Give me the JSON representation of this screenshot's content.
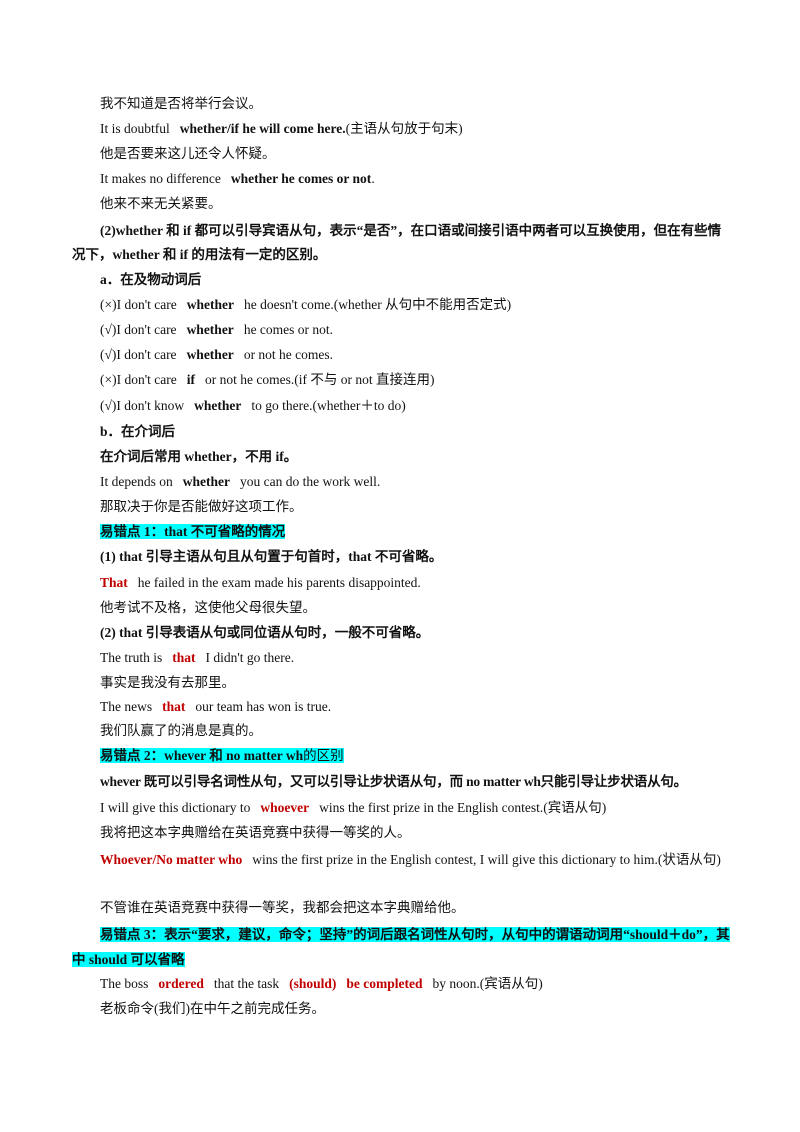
{
  "lines": {
    "l01": "我不知道是否将举行会议。",
    "l02a": "It is doubtful",
    "l02b": "whether/if he will come here.",
    "l02c": "(主语从句放于句末)",
    "l03": "他是否要来这儿还令人怀疑。",
    "l04a": "It makes no difference",
    "l04b": "whether he comes or not",
    "l04c": ".",
    "l05": "他来不来无关紧要。",
    "l06": "(2)whether 和 if 都可以引导宾语从句，表示“是否”，在口语或间接引语中两者可以互换使用，但在有些情况下，whether 和 if 的用法有一定的区别。",
    "l07": "a．在及物动词后",
    "l08a": "(×)I don't care",
    "l08b": "whether",
    "l08c": "he doesn't come.(whether 从句中不能用否定式)",
    "l09a": "(√)I don't care",
    "l09b": "whether",
    "l09c": "he comes or not.",
    "l10a": "(√)I don't care",
    "l10b": "whether",
    "l10c": "or not he comes.",
    "l11a": "(×)I don't care",
    "l11b": "if",
    "l11c": "or not he comes.(if 不与 or not 直接连用)",
    "l12a": "(√)I don't know",
    "l12b": "whether",
    "l12c": "to go there.(whether＋to do)",
    "l13": "b．在介词后",
    "l14": "在介词后常用 whether，不用 if。",
    "l15a": "It depends on",
    "l15b": "whether",
    "l15c": "you can do the work well.",
    "l16": "那取决于你是否能做好这项工作。",
    "l17": "易错点 1：that 不可省略的情况",
    "l18": "(1) that 引导主语从句且从句置于句首时，that 不可省略。",
    "l19a": "That",
    "l19b": "he failed in the exam made his parents disappointed.",
    "l20": "他考试不及格，这使他父母很失望。",
    "l21": "(2) that 引导表语从句或同位语从句时，一般不可省略。",
    "l22a": "The truth is",
    "l22b": "that",
    "l22c": "I didn't go there.",
    "l23": "事实是我没有去那里。",
    "l24a": "The news",
    "l24b": "that",
    "l24c": "our team has won is true.",
    "l25": "我们队赢了的消息是真的。",
    "l26a": "易错点 2：whever 和 no matter wh",
    "l26b": "的区别",
    "l27": "whever 既可以引导名词性从句，又可以引导让步状语从句，而 no matter wh只能引导让步状语从句。",
    "l28a": "I will give this dictionary to",
    "l28b": "whoever",
    "l28c": "wins the first prize in the English contest.(宾语从句)",
    "l29": "我将把这本字典赠给在英语竞赛中获得一等奖的人。",
    "l30a": "Whoever/No matter who",
    "l30b": "wins the first prize in the English contest, I will give this dictionary to him.(状语从句)",
    "l31": "不管谁在英语竞赛中获得一等奖，我都会把这本字典赠给他。",
    "l32": "易错点 3：表示“要求，建议，命令；坚持”的词后跟名词性从句时，从句中的谓语动词用“should＋do”，其中 should 可以省略",
    "l33a": "The boss",
    "l33b": "ordered",
    "l33c": "that the task",
    "l33d": "(should)",
    "l33e": "be completed",
    "l33f": "by noon.(宾语从句)",
    "l34": "老板命令(我们)在中午之前完成任务。"
  }
}
